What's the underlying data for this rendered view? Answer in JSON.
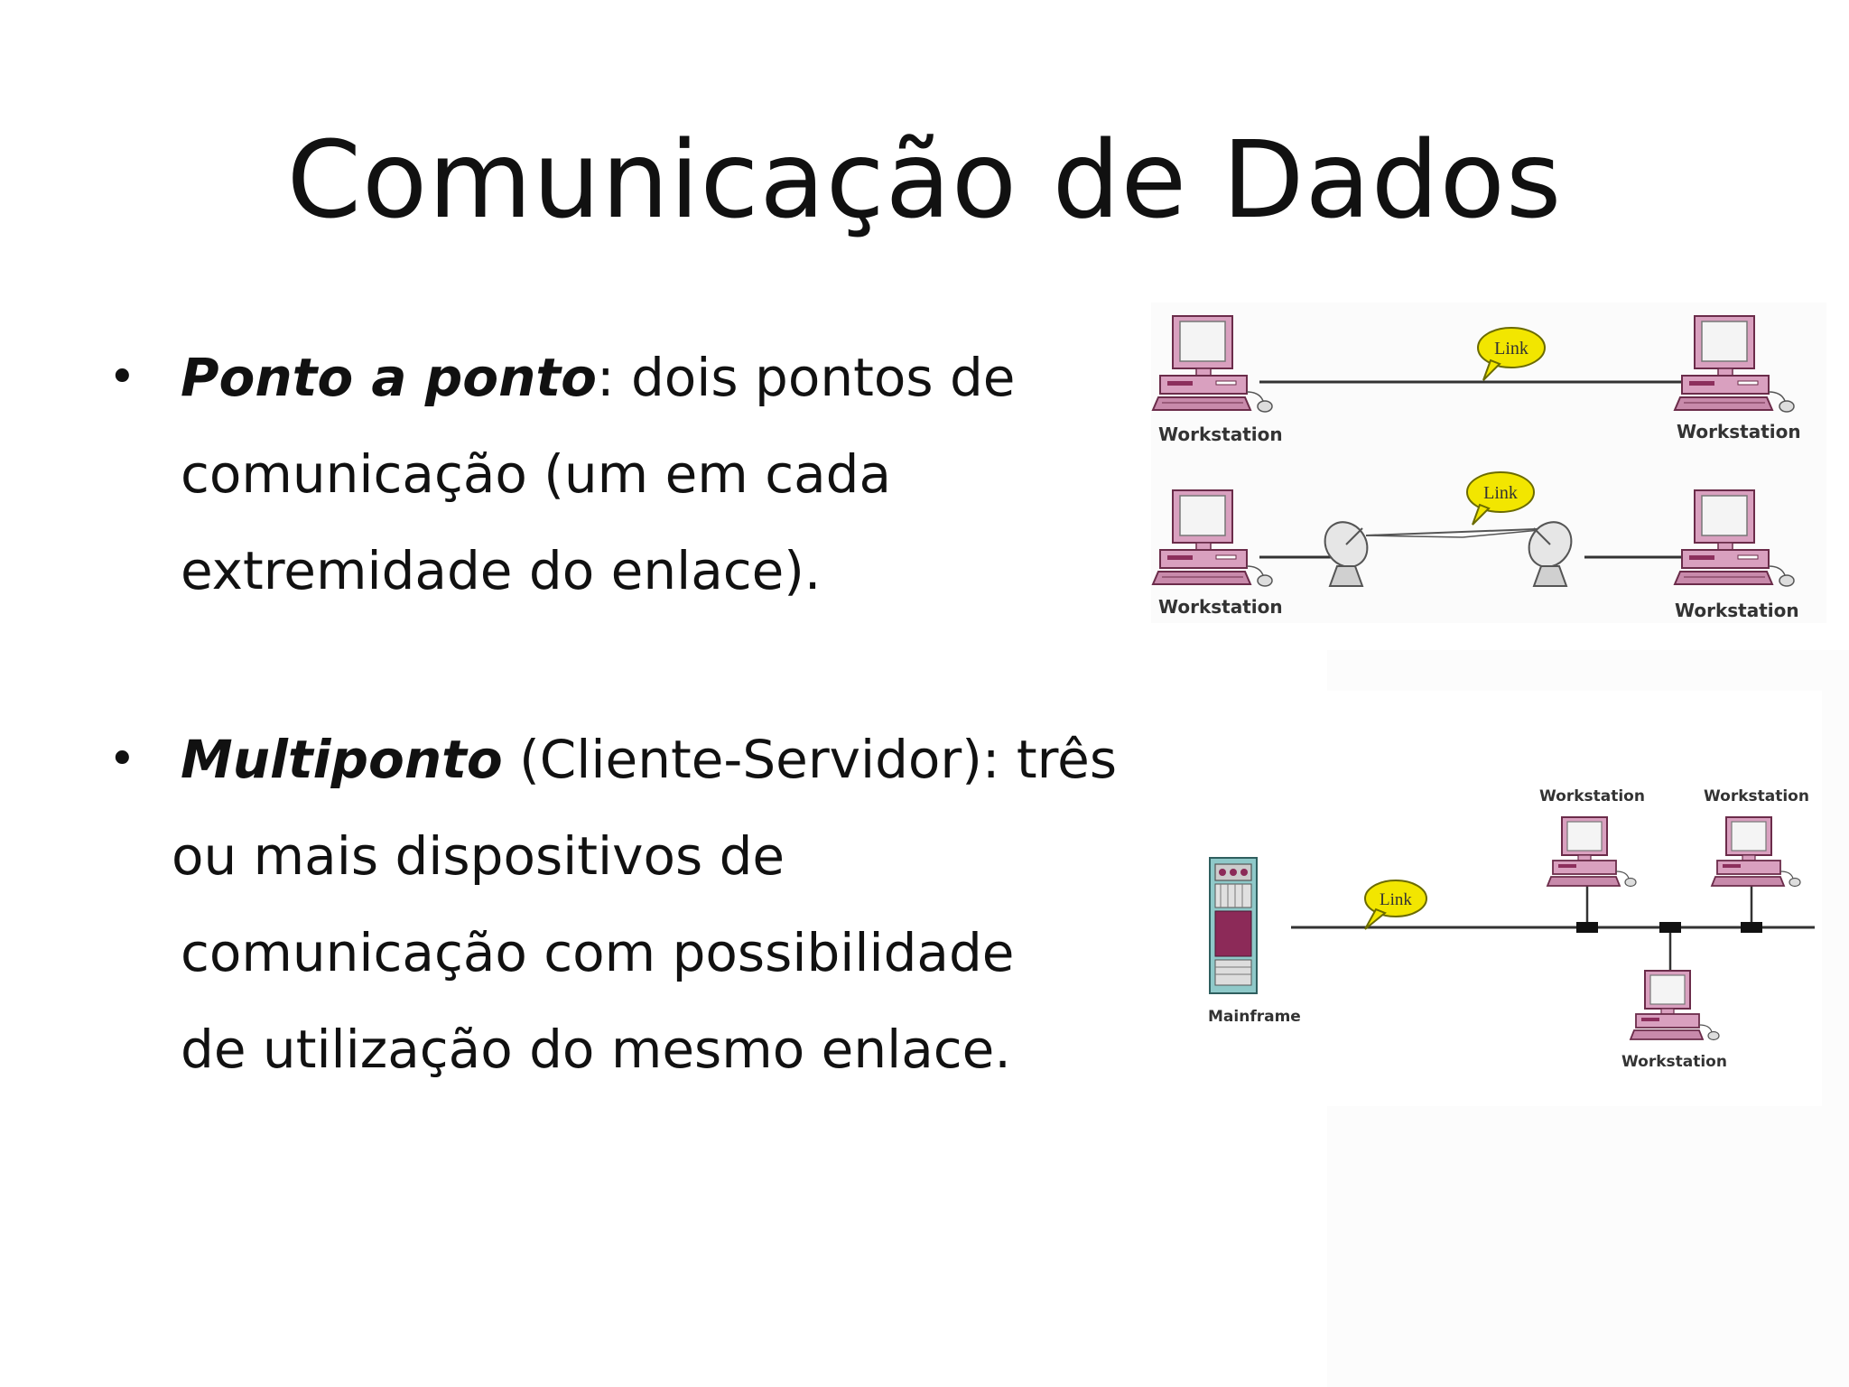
{
  "slide": {
    "title": "Comunicação de Dados",
    "bullets": [
      {
        "term": "Ponto a ponto",
        "lines": [
          ": dois pontos de",
          "comunicação (um em cada",
          "extremidade do enlace)."
        ]
      },
      {
        "term": "Multiponto",
        "lines": [
          " (Cliente-Servidor): três",
          "ou mais dispositivos de",
          "comunicação com possibilidade",
          "de utilização do mesmo enlace."
        ]
      }
    ]
  },
  "diagram_point_to_point": {
    "link_label": "Link",
    "workstation_label": "Workstation"
  },
  "diagram_multipoint": {
    "link_label": "Link",
    "workstation_label": "Workstation",
    "mainframe_label": "Mainframe"
  },
  "colors": {
    "computer_pink": "#d9a0bf",
    "computer_dark_pink": "#8c2f5c",
    "link_bubble": "#f2e600",
    "mainframe_teal": "#8fc9c9",
    "mainframe_purple": "#8c2a58"
  }
}
